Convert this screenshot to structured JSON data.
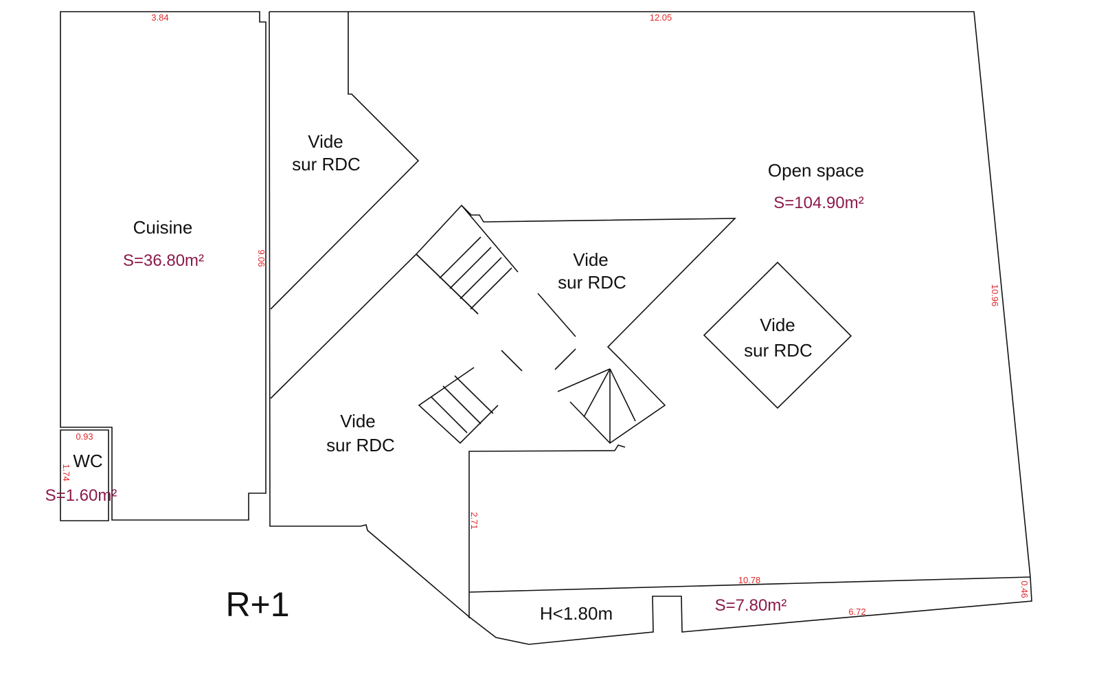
{
  "plan_title": "R+1",
  "rooms": {
    "cuisine": {
      "name": "Cuisine",
      "area": "S=36.80m²"
    },
    "wc": {
      "name": "WC",
      "area": "S=1.60m²"
    },
    "open_space": {
      "name": "Open space",
      "area": "S=104.90m²"
    },
    "vide_top": {
      "line1": "Vide",
      "line2": "sur RDC"
    },
    "vide_center": {
      "line1": "Vide",
      "line2": "sur RDC"
    },
    "vide_right": {
      "line1": "Vide",
      "line2": "sur RDC"
    },
    "vide_bottom": {
      "line1": "Vide",
      "line2": "sur RDC"
    },
    "low_zone": {
      "name": "H<1.80m",
      "area": "S=7.80m²"
    }
  },
  "dimensions": {
    "cuisine_top": "3.84",
    "open_top": "12.05",
    "cuisine_right": "9.06",
    "open_right": "10.96",
    "wc_top": "0.93",
    "wc_left": "1.74",
    "inner_wall": "2.71",
    "strip_top": "10.78",
    "strip_bottom": "6.72",
    "strip_end": "0.46"
  },
  "colors": {
    "wall": "#111111",
    "area": "#8b1a4a",
    "dimension": "#e0282a"
  }
}
